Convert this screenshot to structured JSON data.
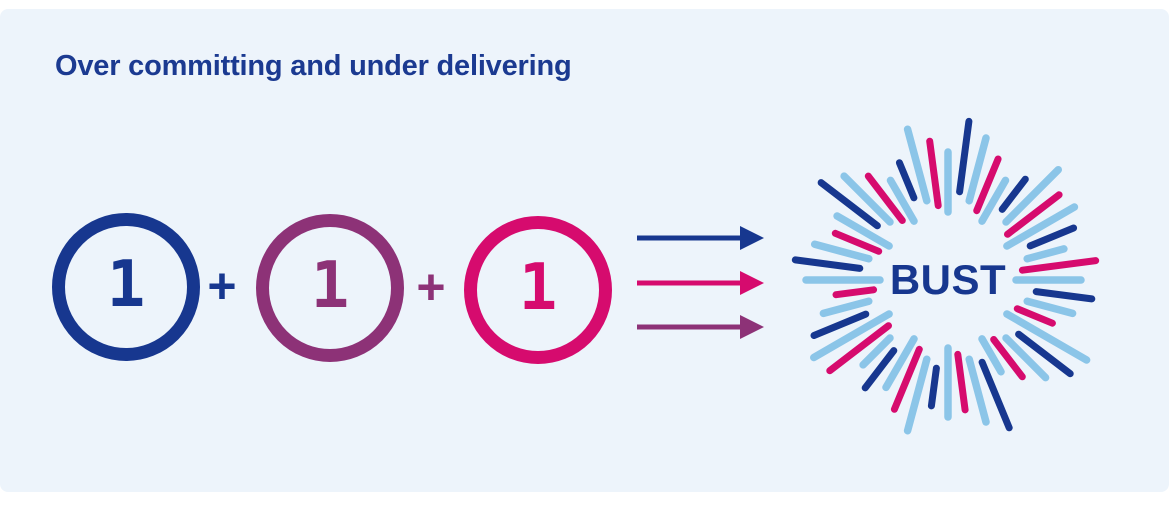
{
  "title": "Over committing and under delivering",
  "colors": {
    "navy": "#17378f",
    "purple": "#8d3277",
    "pink": "#d60b6e",
    "light_blue": "#8bc5e8",
    "card_background": "#edf4fb",
    "title_text": "#1b3a91"
  },
  "equation": {
    "items": [
      {
        "type": "circle",
        "value": "1",
        "color": "navy"
      },
      {
        "type": "operator",
        "value": "+",
        "color": "navy"
      },
      {
        "type": "circle",
        "value": "1",
        "color": "purple"
      },
      {
        "type": "operator",
        "value": "+",
        "color": "purple"
      },
      {
        "type": "circle",
        "value": "1",
        "color": "pink"
      }
    ]
  },
  "arrows": [
    {
      "color": "navy"
    },
    {
      "color": "pink"
    },
    {
      "color": "purple"
    }
  ],
  "burst": {
    "label": "BUST",
    "ray_count": 48,
    "ray_color_cycle": [
      "light_blue",
      "navy",
      "light_blue",
      "pink"
    ]
  }
}
